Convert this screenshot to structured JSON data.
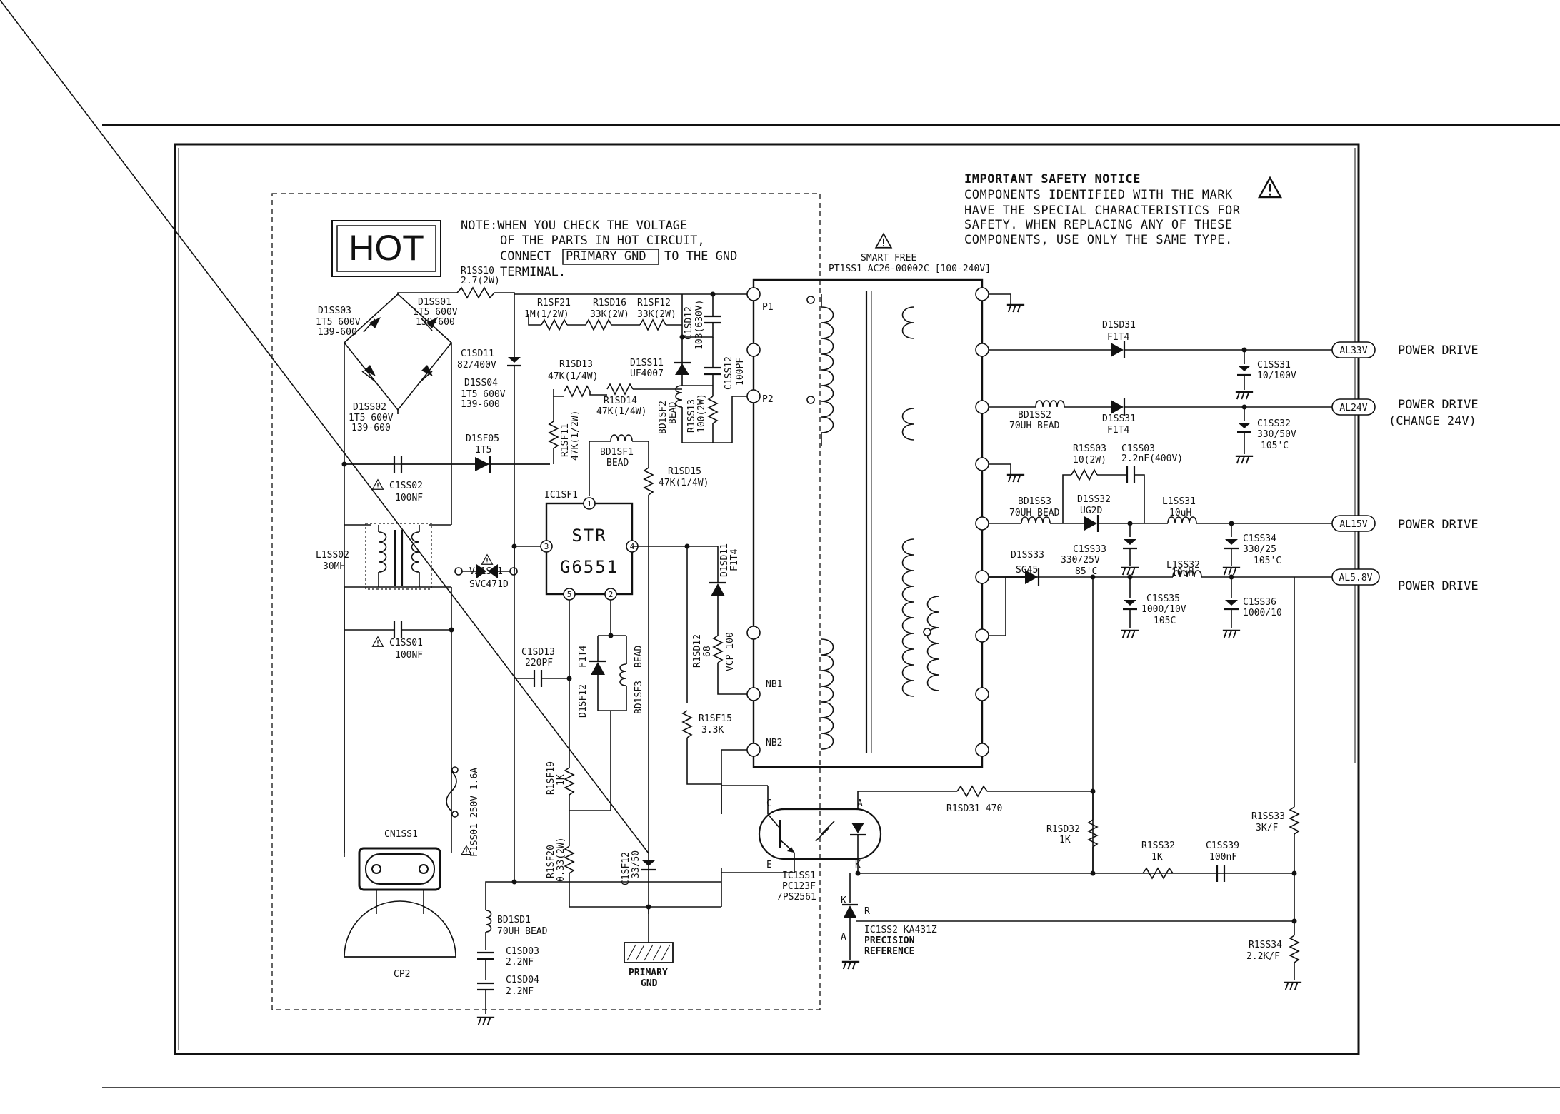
{
  "notes": {
    "hot_label": "HOT",
    "note_line1": "NOTE:WHEN YOU CHECK THE VOLTAGE",
    "note_line2": "OF THE PARTS IN HOT CIRCUIT,",
    "note_line3_pre": "CONNECT",
    "note_line3_boxed": "PRIMARY GND",
    "note_line3_post": "TO THE GND",
    "note_line4": "TERMINAL.",
    "safety_title": "IMPORTANT SAFETY NOTICE",
    "safety_line1": "COMPONENTS IDENTIFIED WITH THE MARK",
    "safety_line2": "HAVE THE SPECIAL CHARACTERISTICS FOR",
    "safety_line3": "SAFETY. WHEN REPLACING ANY OF THESE",
    "safety_line4": "COMPONENTS, USE ONLY THE SAME TYPE."
  },
  "transformer": {
    "line1": "SMART FREE",
    "line2": "PT1SS1   AC26-00002C [100-240V]",
    "pins": [
      "P1",
      "P2",
      "NB1",
      "NB2"
    ]
  },
  "ic_str": {
    "ref": "IC1SF1",
    "line1": "STR",
    "line2": "G6551",
    "pins": [
      "1",
      "3",
      "4",
      "5",
      "2"
    ]
  },
  "outputs": [
    {
      "tag": "AL33V",
      "desc": "POWER DRIVE",
      "sub": ""
    },
    {
      "tag": "AL24V",
      "desc": "POWER DRIVE",
      "sub": "(CHANGE 24V)"
    },
    {
      "tag": "AL15V",
      "desc": "POWER DRIVE",
      "sub": ""
    },
    {
      "tag": "AL5.8V",
      "desc": "POWER DRIVE",
      "sub": ""
    }
  ],
  "components": {
    "r1ss10": [
      "R1SS10",
      "2.7(2W)"
    ],
    "d1ss03": [
      "D1SS03",
      "1T5 600V",
      "139-600"
    ],
    "d1ss01": [
      "D1SS01",
      "1T5 600V",
      "139-600"
    ],
    "d1ss02": [
      "D1SS02",
      "1T5 600V",
      "139-600"
    ],
    "d1ss04": [
      "D1SS04",
      "1T5 600V",
      "139-600"
    ],
    "c1sd11": [
      "C1SD11",
      "82/400V"
    ],
    "d1sf05": [
      "D1SF05",
      "1T5"
    ],
    "c1ss02": [
      "C1SS02",
      "100NF"
    ],
    "l1ss02": [
      "L1SS02",
      "30MH"
    ],
    "va1ss1": [
      "VA1SS1",
      "SVC471D"
    ],
    "c1ss01": [
      "C1SS01",
      "100NF"
    ],
    "f1ss01": [
      "F1SS01  250V  1.6A"
    ],
    "cn1ss1": [
      "CN1SS1"
    ],
    "cp2": [
      "CP2"
    ],
    "bd1sd1": [
      "BD1SD1",
      "70UH BEAD"
    ],
    "c1sd03": [
      "C1SD03",
      "2.2NF"
    ],
    "c1sd04": [
      "C1SD04",
      "2.2NF"
    ],
    "r1sf21": [
      "R1SF21",
      "1M(1/2W)"
    ],
    "r1sd16": [
      "R1SD16",
      "33K(2W)"
    ],
    "r1sf12": [
      "R1SF12",
      "33K(2W)"
    ],
    "c1sd12": [
      "C1SD12",
      "103(630V)"
    ],
    "c1ss12": [
      "C1SS12",
      "100PF"
    ],
    "r1sd13": [
      "R1SD13",
      "47K(1/4W)"
    ],
    "d1ss11": [
      "D1SS11",
      "UF4007"
    ],
    "r1sd14": [
      "R1SD14",
      "47K(1/4W)"
    ],
    "r1sf11": [
      "R1SF11",
      "47K(1/2W)"
    ],
    "bd1sf2": [
      "BD1SF2",
      "BEAD"
    ],
    "r1ss13": [
      "R1SS13",
      "100(2W)"
    ],
    "bd1sf1": [
      "BD1SF1",
      "BEAD"
    ],
    "r1sd15": [
      "R1SD15",
      "47K(1/4W)"
    ],
    "d1sd11": [
      "D1SD11",
      "F1T4"
    ],
    "r1sd12": [
      "R1SD12",
      "68"
    ],
    "vcp": [
      "VCP 100"
    ],
    "c1sd13": [
      "C1SD13",
      "220PF"
    ],
    "d1sf12": [
      "D1SF12",
      "F1T4"
    ],
    "bd1sf3": [
      "BD1SF3",
      "BEAD"
    ],
    "r1sf15": [
      "R1SF15",
      "3.3K"
    ],
    "r1sf19": [
      "R1SF19",
      "1K"
    ],
    "r1sf20": [
      "R1SF20",
      "0.33(2W)"
    ],
    "c1sf12": [
      "C1SF12",
      "33/50"
    ],
    "primary_gnd": [
      "PRIMARY",
      "GND"
    ],
    "d1sd31": [
      "D1SD31",
      "F1T4"
    ],
    "c1ss31": [
      "C1SS31",
      "10/100V"
    ],
    "bd1ss2": [
      "BD1SS2",
      "70UH BEAD"
    ],
    "d1ss31": [
      "D1SS31",
      "F1T4"
    ],
    "c1ss32": [
      "C1SS32",
      "330/50V",
      "105'C"
    ],
    "r1ss03": [
      "R1SS03",
      "10(2W)"
    ],
    "c1ss03": [
      "C1SS03",
      "2.2nF(400V)"
    ],
    "bd1ss3": [
      "BD1SS3",
      "70UH BEAD"
    ],
    "d1ss32": [
      "D1SS32",
      "UG2D"
    ],
    "l1ss31": [
      "L1SS31",
      "10uH"
    ],
    "c1ss33": [
      "C1SS33",
      "330/25V",
      "85'C"
    ],
    "c1ss34": [
      "C1SS34",
      "330/25",
      "105'C"
    ],
    "d1ss33": [
      "D1SS33",
      "SG45"
    ],
    "l1ss32": [
      "L1SS32",
      "10uH"
    ],
    "c1ss35": [
      "C1SS35",
      "1000/10V",
      "105C"
    ],
    "c1ss36": [
      "C1SS36",
      "1000/10"
    ],
    "ic1ss1": [
      "IC1SS1",
      "PC123F",
      "/PS2561"
    ],
    "r1sd31": [
      "R1SD31  470"
    ],
    "r1sd32": [
      "R1SD32",
      "1K"
    ],
    "r1ss32": [
      "R1SS32",
      "1K"
    ],
    "c1ss39": [
      "C1SS39",
      "100nF"
    ],
    "r1ss33": [
      "R1SS33",
      "3K/F"
    ],
    "ic1ss2": [
      "IC1SS2  KA431Z",
      "PRECISION",
      "REFERENCE"
    ],
    "r1ss34": [
      "R1SS34",
      "2.2K/F"
    ],
    "opto_pins": [
      "C",
      "E",
      "A",
      "K"
    ],
    "ref_pins": [
      "K",
      "R",
      "A"
    ]
  }
}
